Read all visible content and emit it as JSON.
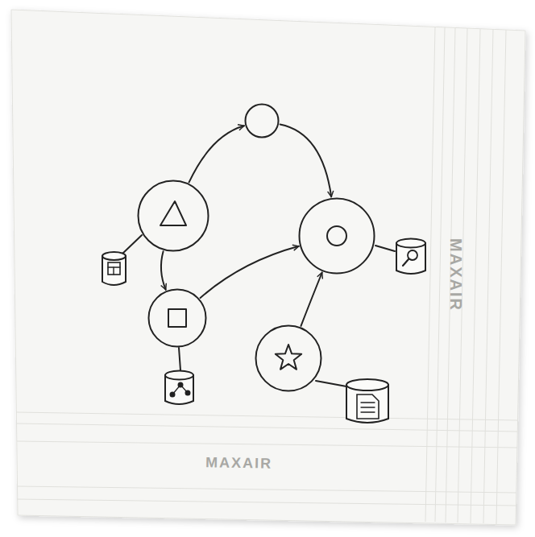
{
  "diagram": {
    "nodes": [
      {
        "text": []
      },
      {
        "text": []
      },
      {
        "text": []
      },
      {
        "text": []
      },
      {
        "text": []
      }
    ],
    "edges": [
      {
        "from": 1,
        "to": 0,
        "arrow": "to"
      },
      {
        "from": 0,
        "to": 2,
        "arrow": "to"
      },
      {
        "from": 1,
        "to": 3,
        "arrow": "to"
      },
      {
        "from": 3,
        "to": 2,
        "arrow": "to"
      },
      {
        "from": 4,
        "to": 2,
        "arrow": "to"
      }
    ],
    "labels": [
      "MAXAIR",
      "MAXAIR"
    ]
  }
}
